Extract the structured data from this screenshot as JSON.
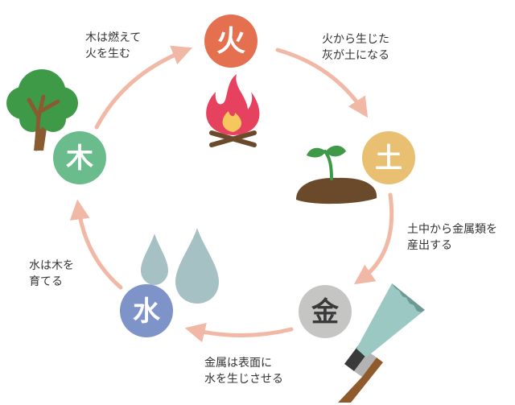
{
  "elements": {
    "fire": {
      "label": "火",
      "color": "#e4704f"
    },
    "earth": {
      "label": "土",
      "color": "#e9bf72"
    },
    "metal": {
      "label": "金",
      "color": "#c5c6c4"
    },
    "water": {
      "label": "水",
      "color": "#7e93c8"
    },
    "wood": {
      "label": "木",
      "color": "#6bbc8c"
    }
  },
  "arrow_color": "#f1b8a5",
  "notes": {
    "wood_fire": {
      "line1": "木は燃えて",
      "line2": "火を生む"
    },
    "fire_earth": {
      "line1": "火から生じた",
      "line2": "灰が土になる"
    },
    "earth_metal": {
      "line1": "土中から金属類を",
      "line2": "産出する"
    },
    "metal_water": {
      "line1": "金属は表面に",
      "line2": "水を生じさせる"
    },
    "water_wood": {
      "line1": "水は木を",
      "line2": "育てる"
    }
  },
  "icons": [
    "tree-icon",
    "campfire-icon",
    "sprout-in-soil-icon",
    "saw-icon",
    "water-drops-icon"
  ]
}
